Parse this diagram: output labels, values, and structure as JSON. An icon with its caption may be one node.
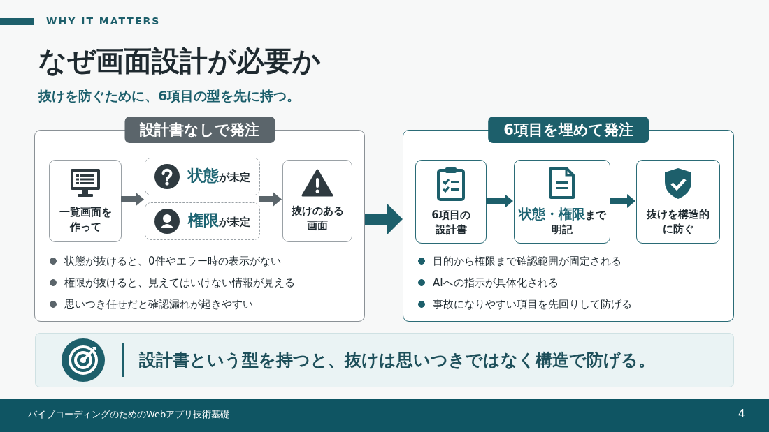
{
  "diagram": {
    "title": "なぜ画面設計が必要か",
    "nodes": [
      {
        "text": [
          "設計書なしで発注",
          "状態が抜けると、0件やエラー時の表示がない",
          "権限が抜けると、見えてはいけない情報が見える",
          "思いつき任せだと確認漏れが起きやすい"
        ]
      },
      {
        "text": [
          "一覧画面を作って"
        ],
        "in": 0
      },
      {
        "text": [
          "**状態**が未定"
        ],
        "in": 0
      },
      {
        "text": [
          "**権限**が未定"
        ],
        "in": 0
      },
      {
        "text": [
          "抜けのある画面"
        ],
        "in": 0
      },
      {
        "text": [
          "6項目を埋めて発注",
          "目的から権限まで確認範囲が固定される",
          "AIへの指示が具体化される",
          "事故になりやすい項目を先回りして防げる"
        ]
      },
      {
        "text": [
          "6項目の設計書"
        ],
        "in": 5
      },
      {
        "text": [
          "**状態・権限**まで明記"
        ],
        "in": 5
      },
      {
        "text": [
          "抜けを構造的に防ぐ"
        ],
        "in": 5
      },
      {
        "text": [
          "設計書という型を持つと、抜けは思いつきではなく構造で防げる。"
        ]
      }
    ],
    "edges": [
      {
        "from": 1,
        "to": 2,
        "arrow": "to"
      },
      {
        "from": 1,
        "to": 3,
        "arrow": "to"
      },
      {
        "from": 2,
        "to": 4,
        "arrow": "to"
      },
      {
        "from": 3,
        "to": 4,
        "arrow": "to"
      },
      {
        "from": 0,
        "to": 5,
        "arrow": "to",
        "style": "thick",
        "color": "#1d5f6b"
      },
      {
        "from": 6,
        "to": 7,
        "arrow": "to",
        "color": "#1d5f6b"
      },
      {
        "from": 7,
        "to": 8,
        "arrow": "to",
        "color": "#1d5f6b"
      }
    ],
    "labels": [
      "WHY IT MATTERS",
      "抜けを防ぐために、6項目の型を先に持つ。",
      "バイブコーディングのためのWebアプリ技術基礎",
      "4"
    ]
  }
}
